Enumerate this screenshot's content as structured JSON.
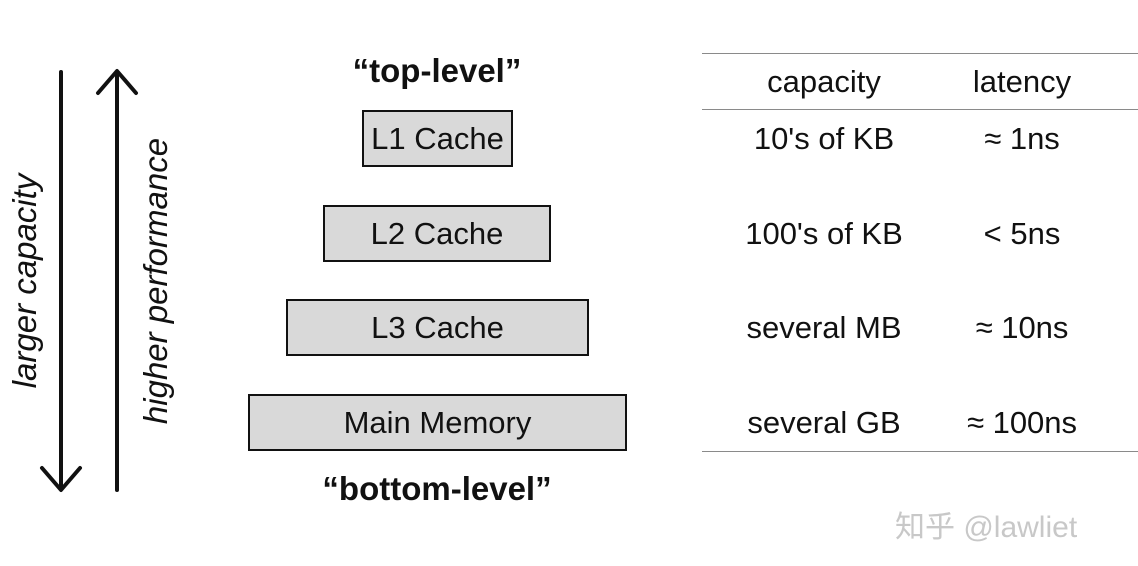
{
  "left_axis": {
    "down_label": "larger capacity",
    "up_label": "higher performance"
  },
  "pyramid": {
    "top_label": "“top-level”",
    "bottom_label": "“bottom-level”",
    "levels": [
      {
        "name": "L1 Cache"
      },
      {
        "name": "L2 Cache"
      },
      {
        "name": "L3 Cache"
      },
      {
        "name": "Main Memory"
      }
    ]
  },
  "table": {
    "headers": {
      "capacity": "capacity",
      "latency": "latency"
    },
    "rows": [
      {
        "capacity": "10's of KB",
        "latency": "≈ 1ns"
      },
      {
        "capacity": "100's of KB",
        "latency": "< 5ns"
      },
      {
        "capacity": "several MB",
        "latency": "≈ 10ns"
      },
      {
        "capacity": "several GB",
        "latency": "≈ 100ns"
      }
    ]
  },
  "watermark": "知乎 @lawliet"
}
